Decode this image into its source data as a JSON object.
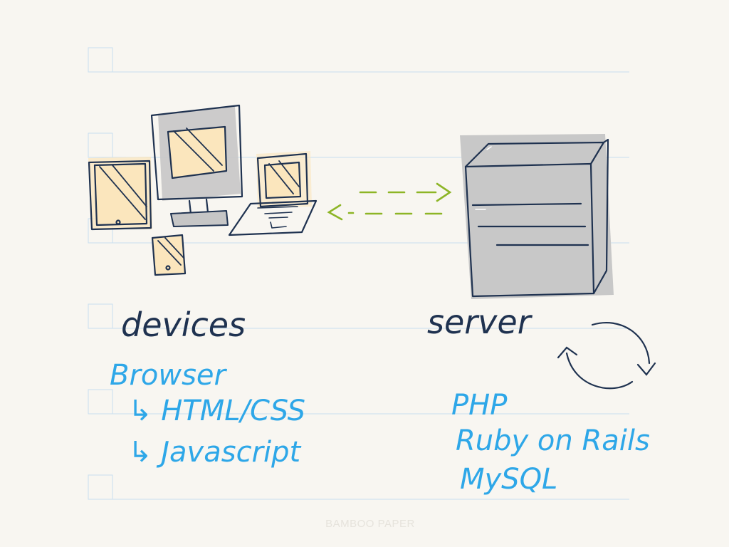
{
  "labels": {
    "devices": "devices",
    "server": "server"
  },
  "client_stack": {
    "heading": "Browser",
    "items": [
      "↳ HTML/CSS",
      "↳ Javascript"
    ]
  },
  "server_stack": {
    "items": [
      "PHP",
      "Ruby on Rails",
      "MySQL"
    ]
  },
  "watermark": "BAMBOO PAPER",
  "colors": {
    "paper": "#f8f6f1",
    "rule_line": "#c9dff0",
    "ink_dark": "#1f3250",
    "ink_blue": "#2ea7e8",
    "arrow_green": "#8db526",
    "server_fill": "#c8c8c8",
    "screen_fill": "#fbe6bd"
  }
}
